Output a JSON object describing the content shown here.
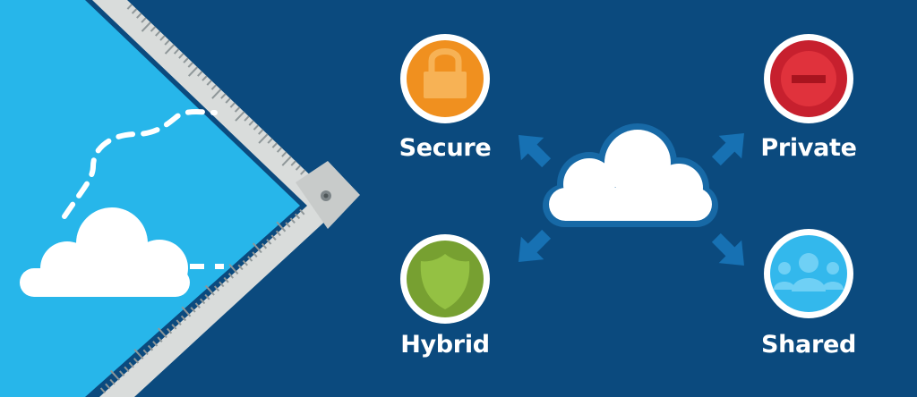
{
  "colors": {
    "background": "#0b4a7e",
    "sky": "#27b6ea",
    "ruler": "#d9dcdb",
    "ruler_ticks": "#8f9799",
    "cloud": "#ffffff",
    "cloud_outline": "#1769a6",
    "arrow": "#1771b3",
    "badge_ring": "#ffffff"
  },
  "categories": [
    {
      "id": "secure",
      "label": "Secure",
      "icon": "lock-icon",
      "color": "#f0901f"
    },
    {
      "id": "private",
      "label": "Private",
      "icon": "no-entry-icon",
      "color": "#c7202e"
    },
    {
      "id": "hybrid",
      "label": "Hybrid",
      "icon": "shield-icon",
      "color": "#77a031"
    },
    {
      "id": "shared",
      "label": "Shared",
      "icon": "people-icon",
      "color": "#33b8ec"
    }
  ]
}
